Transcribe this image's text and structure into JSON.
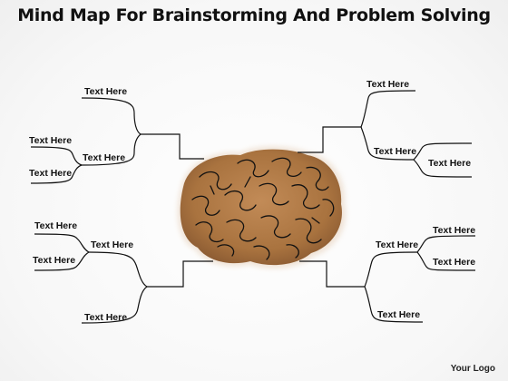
{
  "title": "Mind Map For Brainstorming And Problem Solving",
  "logo": "Your Logo",
  "nodes": {
    "tl_top": "Text Here",
    "tl_mid": "Text Here",
    "tl_far1": "Text Here",
    "tl_far2": "Text Here",
    "bl_mid": "Text Here",
    "bl_far1": "Text Here",
    "bl_far2": "Text Here",
    "bl_bottom": "Text Here",
    "tr_top": "Text Here",
    "tr_mid": "Text Here",
    "tr_far": "Text Here",
    "br_mid": "Text Here",
    "br_far1": "Text Here",
    "br_far2": "Text Here",
    "br_bottom": "Text Here"
  },
  "colors": {
    "brain": "#b07a4a",
    "brain_dark": "#8a5a32",
    "lines": "#111111"
  }
}
